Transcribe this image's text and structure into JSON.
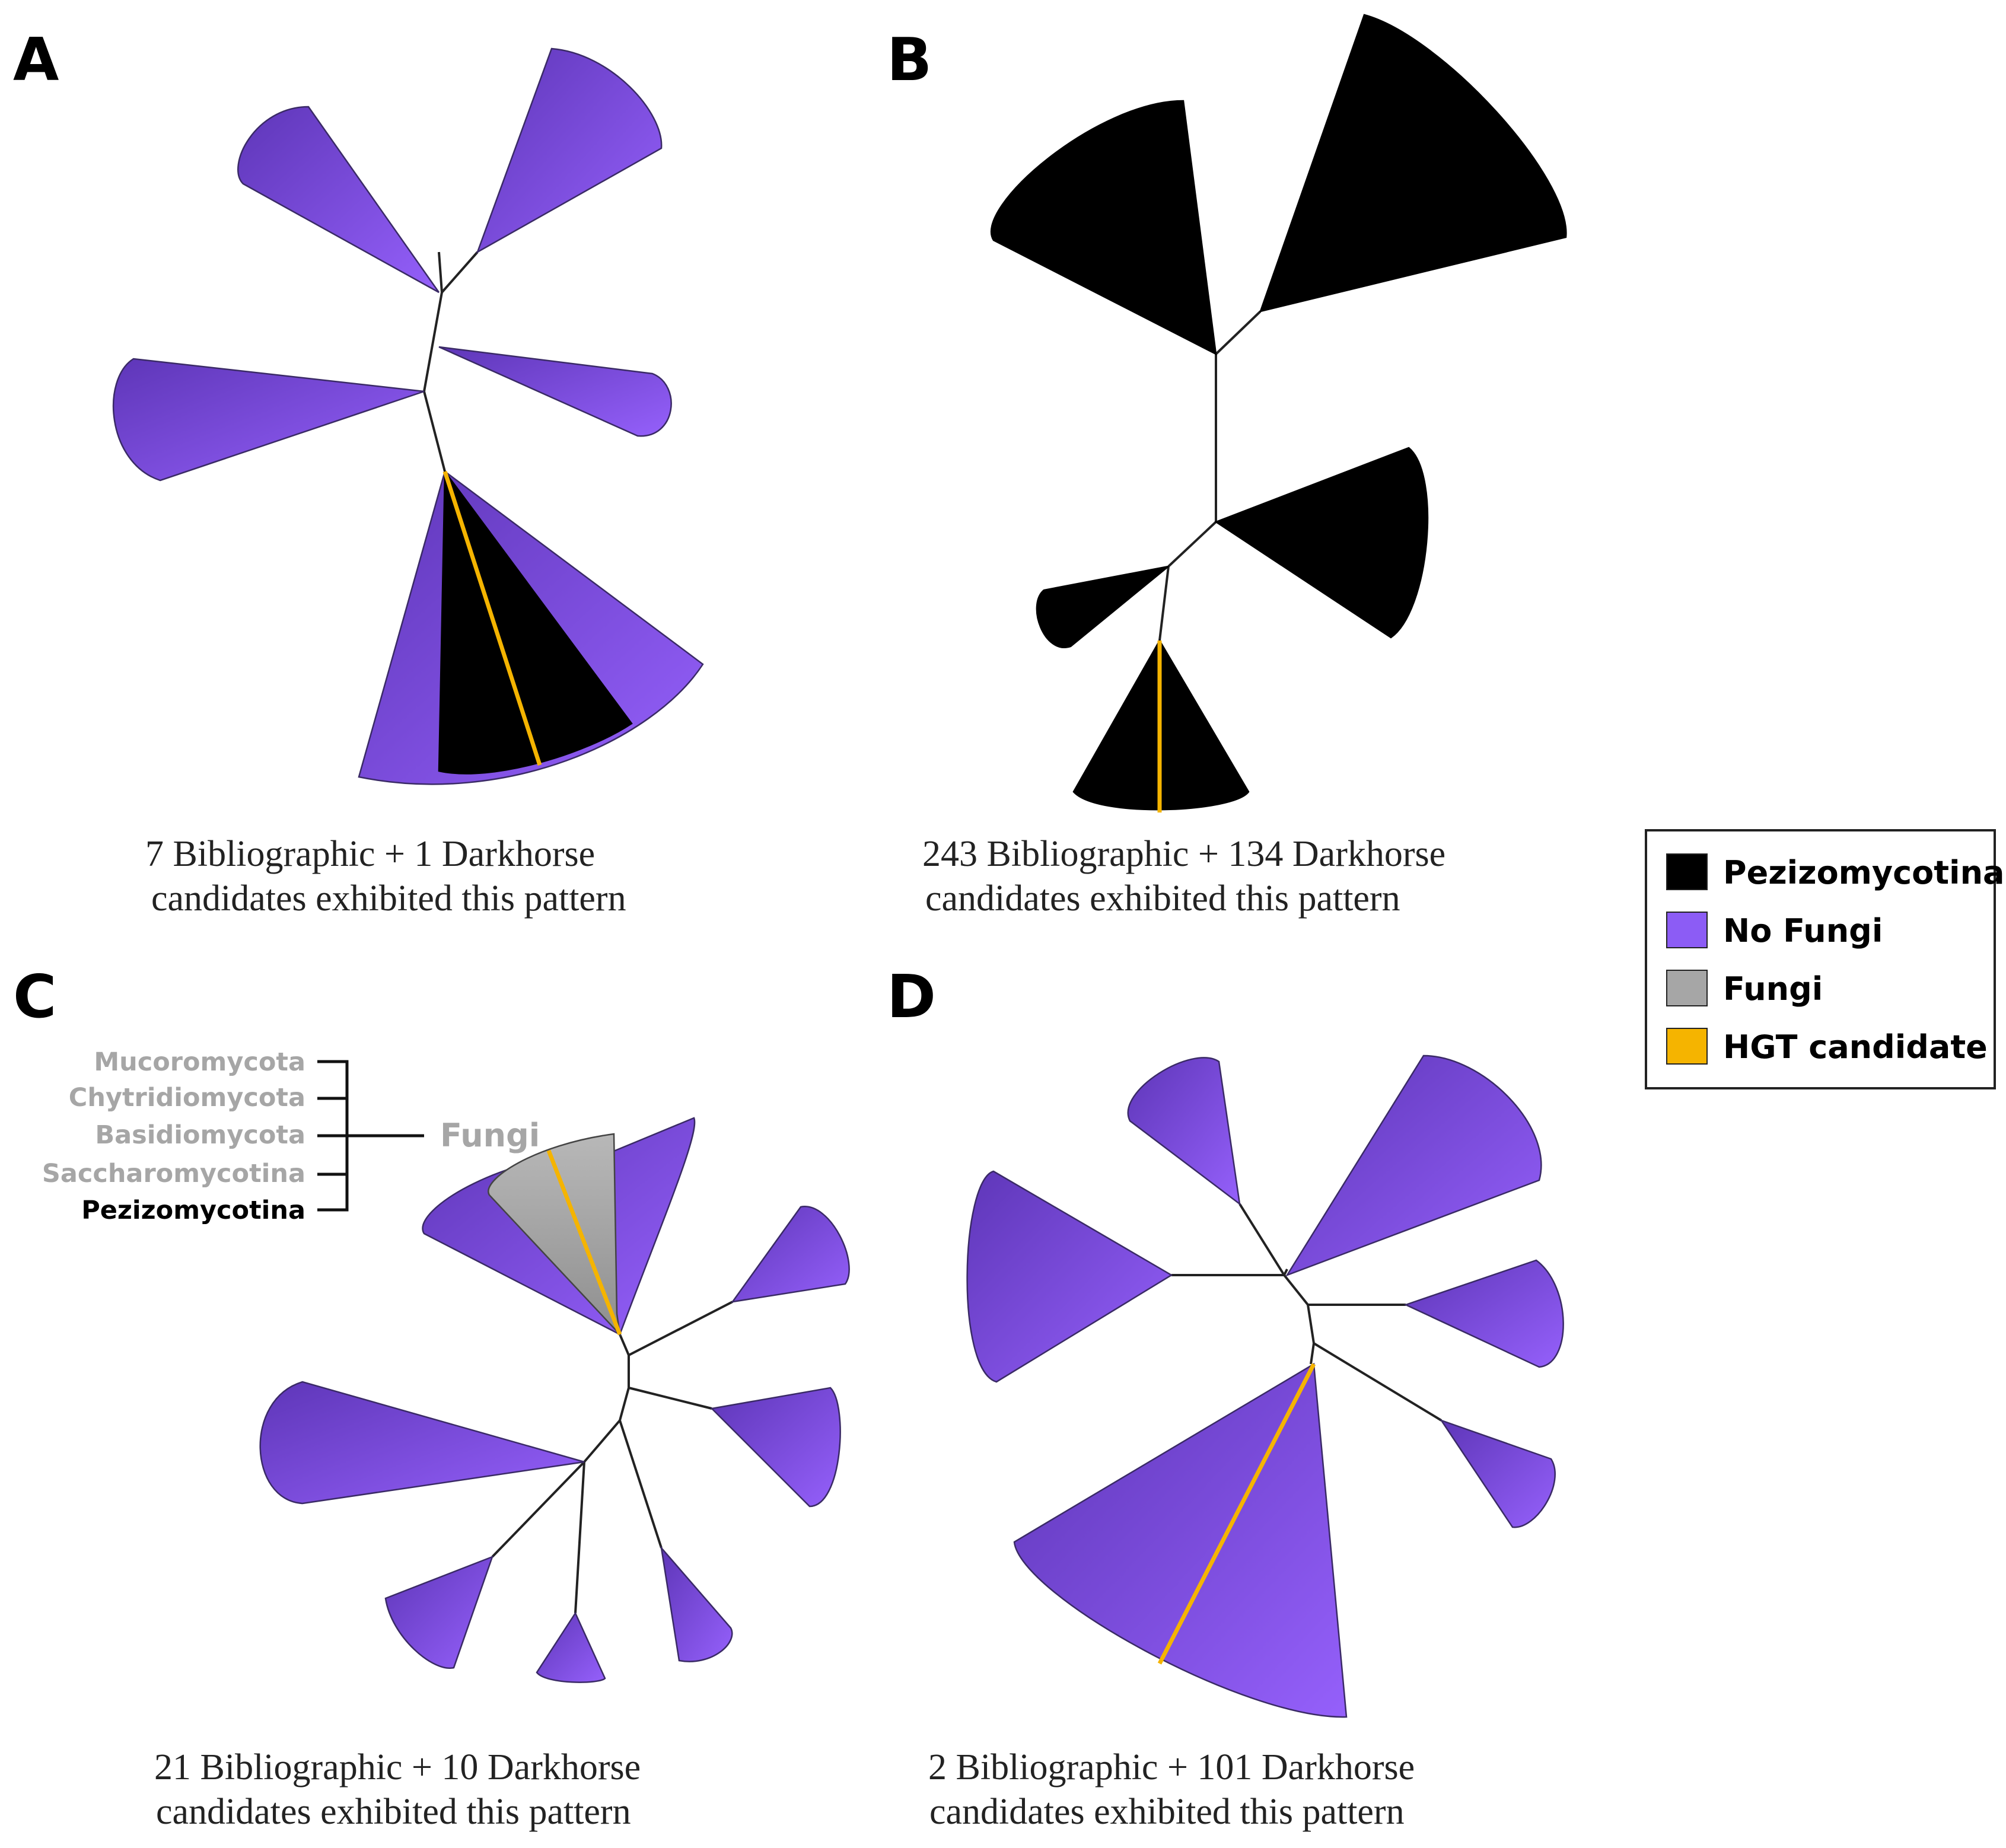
{
  "panels": [
    {
      "letter": "A",
      "caption_line1": "7 Bibliographic + 1 Darkhorse",
      "caption_line2": "candidates exhibited this pattern"
    },
    {
      "letter": "B",
      "caption_line1": "243 Bibliographic + 134 Darkhorse",
      "caption_line2": "candidates exhibited this pattern"
    },
    {
      "letter": "C",
      "caption_line1": "21 Bibliographic + 10 Darkhorse",
      "caption_line2": "candidates exhibited this pattern"
    },
    {
      "letter": "D",
      "caption_line1": "2 Bibliographic + 101 Darkhorse",
      "caption_line2": "candidates exhibited this pattern"
    }
  ],
  "legend": {
    "items": [
      {
        "label": "Pezizomycotina",
        "color": "#000000"
      },
      {
        "label": "No Fungi",
        "color": "#8c5cf5"
      },
      {
        "label": "Fungi",
        "color": "#a6a6a6"
      },
      {
        "label": "HGT candidate",
        "color": "#f5b400"
      }
    ]
  },
  "taxonomy": {
    "taxa": [
      {
        "name": "Mucoromycota",
        "color": "#a6a6a6"
      },
      {
        "name": "Chytridiomycota",
        "color": "#a6a6a6"
      },
      {
        "name": "Basidiomycota",
        "color": "#a6a6a6"
      },
      {
        "name": "Saccharomycotina",
        "color": "#a6a6a6"
      },
      {
        "name": "Pezizomycotina",
        "color": "#000000"
      }
    ],
    "group_label": "Fungi"
  },
  "colors": {
    "no_fungi": "#8c5cf5",
    "pezizomycotina": "#000000",
    "fungi": "#a6a6a6",
    "hgt": "#f5b400"
  }
}
